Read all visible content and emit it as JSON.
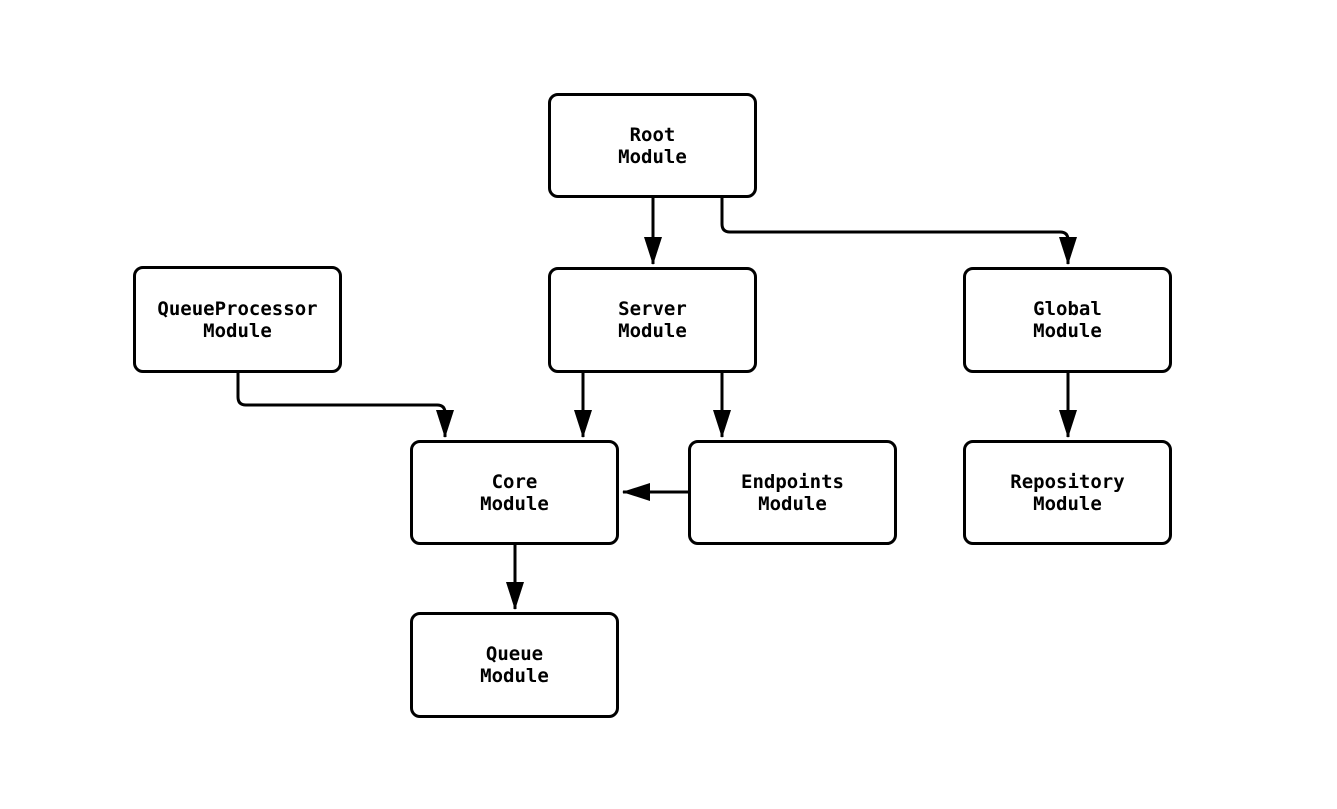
{
  "diagram": {
    "type": "flowchart",
    "background_color": "#ffffff",
    "line_color": "#000000",
    "node_fill_color": "#ffffff",
    "nodes": [
      {
        "id": "root",
        "line1": "Root",
        "line2": "Module"
      },
      {
        "id": "queueprocessor",
        "line1": "QueueProcessor",
        "line2": "Module"
      },
      {
        "id": "server",
        "line1": "Server",
        "line2": "Module"
      },
      {
        "id": "global",
        "line1": "Global",
        "line2": "Module"
      },
      {
        "id": "core",
        "line1": "Core",
        "line2": "Module"
      },
      {
        "id": "endpoints",
        "line1": "Endpoints",
        "line2": "Module"
      },
      {
        "id": "repository",
        "line1": "Repository",
        "line2": "Module"
      },
      {
        "id": "queue",
        "line1": "Queue",
        "line2": "Module"
      }
    ],
    "edges": [
      {
        "from": "Root Module",
        "to": "Server Module"
      },
      {
        "from": "Root Module",
        "to": "Global Module"
      },
      {
        "from": "QueueProcessor Module",
        "to": "Core Module"
      },
      {
        "from": "Server Module",
        "to": "Core Module"
      },
      {
        "from": "Server Module",
        "to": "Endpoints Module"
      },
      {
        "from": "Endpoints Module",
        "to": "Core Module"
      },
      {
        "from": "Global Module",
        "to": "Repository Module"
      },
      {
        "from": "Core Module",
        "to": "Queue Module"
      }
    ]
  }
}
